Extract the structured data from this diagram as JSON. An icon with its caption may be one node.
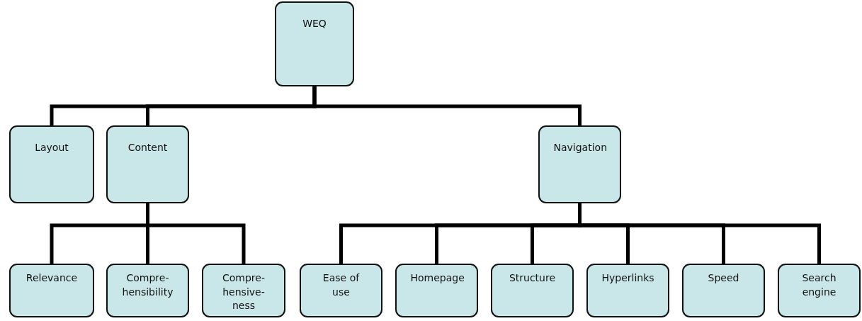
{
  "diagram": {
    "nodes": [
      {
        "text": [
          "WEQ"
        ]
      },
      {
        "text": [
          "Layout"
        ]
      },
      {
        "text": [
          "Content"
        ]
      },
      {
        "text": [
          "Navigation"
        ]
      },
      {
        "text": [
          "Relevance"
        ]
      },
      {
        "text": [
          "Compre- hensibility"
        ]
      },
      {
        "text": [
          "Compre- hensive- ness"
        ]
      },
      {
        "text": [
          "Ease of use"
        ]
      },
      {
        "text": [
          "Homepage"
        ]
      },
      {
        "text": [
          "Structure"
        ]
      },
      {
        "text": [
          "Hyperlinks"
        ]
      },
      {
        "text": [
          "Speed"
        ]
      },
      {
        "text": [
          "Search engine"
        ]
      }
    ],
    "edges": [
      {
        "from": 0,
        "to": 1,
        "arrow": "none"
      },
      {
        "from": 0,
        "to": 2,
        "arrow": "none"
      },
      {
        "from": 0,
        "to": 3,
        "arrow": "none"
      },
      {
        "from": 2,
        "to": 4,
        "arrow": "none"
      },
      {
        "from": 2,
        "to": 5,
        "arrow": "none"
      },
      {
        "from": 2,
        "to": 6,
        "arrow": "none"
      },
      {
        "from": 3,
        "to": 7,
        "arrow": "none"
      },
      {
        "from": 3,
        "to": 8,
        "arrow": "none"
      },
      {
        "from": 3,
        "to": 9,
        "arrow": "none"
      },
      {
        "from": 3,
        "to": 10,
        "arrow": "none"
      },
      {
        "from": 3,
        "to": 11,
        "arrow": "none"
      },
      {
        "from": 3,
        "to": 12,
        "arrow": "none"
      }
    ]
  }
}
